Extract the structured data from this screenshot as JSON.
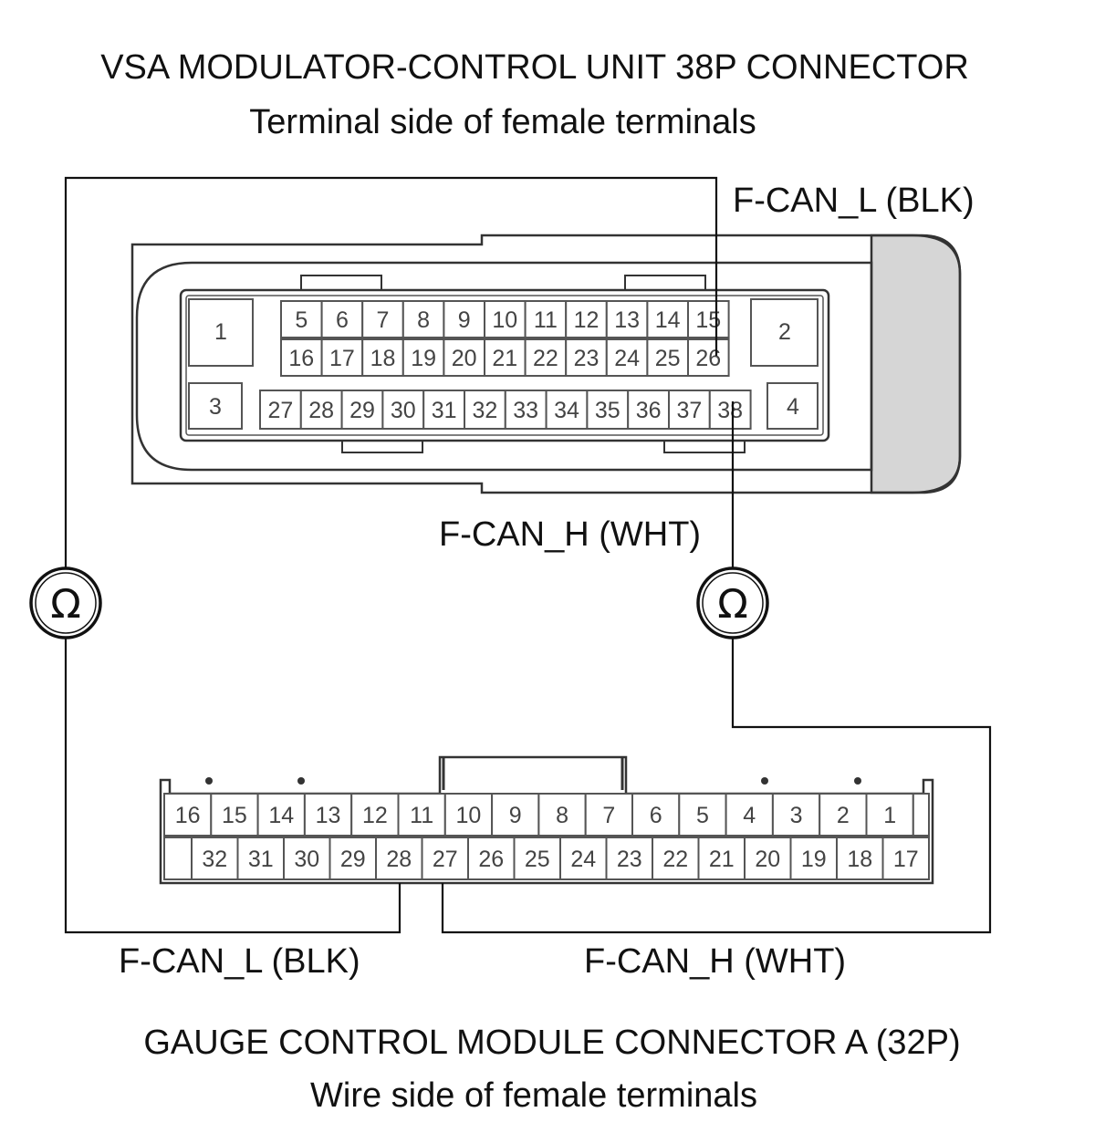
{
  "top_connector": {
    "title": "VSA MODULATOR-CONTROL UNIT 38P CONNECTOR",
    "subtitle": "Terminal side of female terminals",
    "pins": {
      "corner_left_top": "1",
      "corner_right_top": "2",
      "corner_left_bottom": "3",
      "corner_right_bottom": "4",
      "row1": [
        "5",
        "6",
        "7",
        "8",
        "9",
        "10",
        "11",
        "12",
        "13",
        "14",
        "15"
      ],
      "row2": [
        "16",
        "17",
        "18",
        "19",
        "20",
        "21",
        "22",
        "23",
        "24",
        "25",
        "26"
      ],
      "row3": [
        "27",
        "28",
        "29",
        "30",
        "31",
        "32",
        "33",
        "34",
        "35",
        "36",
        "37",
        "38"
      ]
    },
    "wire_l_label": "F-CAN_L (BLK)",
    "wire_h_label": "F-CAN_H (WHT)"
  },
  "bottom_connector": {
    "title": "GAUGE CONTROL MODULE CONNECTOR A (32P)",
    "subtitle": "Wire side of female terminals",
    "pins": {
      "row1": [
        "16",
        "15",
        "14",
        "13",
        "12",
        "11",
        "10",
        "9",
        "8",
        "7",
        "6",
        "5",
        "4",
        "3",
        "2",
        "1"
      ],
      "row2": [
        "",
        "32",
        "31",
        "30",
        "29",
        "28",
        "27",
        "26",
        "25",
        "24",
        "23",
        "22",
        "21",
        "20",
        "19",
        "18",
        "17"
      ]
    },
    "wire_l_label": "F-CAN_L (BLK)",
    "wire_h_label": "F-CAN_H (WHT)"
  },
  "meters": {
    "left_symbol": "Ω",
    "right_symbol": "Ω"
  }
}
